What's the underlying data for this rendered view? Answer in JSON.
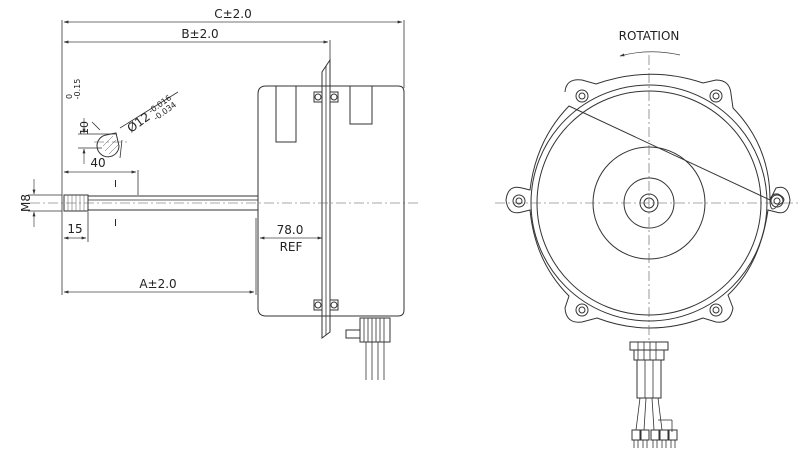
{
  "side_view": {
    "dim_c": "C±2.0",
    "dim_b": "B±2.0",
    "dim_a": "A±2.0",
    "shaft_dia_main": "Ø12",
    "shaft_dia_tol_upper": "-0.016",
    "shaft_dia_tol_lower": "-0.034",
    "flat_depth_main": "10",
    "flat_depth_tol_upper": "0",
    "flat_depth_tol_lower": "-0.15",
    "flat_length": "40",
    "thread_size": "M8",
    "thread_length": "15",
    "body_length": "78.0",
    "body_length_note": "REF",
    "shaft_mark_top": "I",
    "shaft_mark_bottom": "I"
  },
  "front_view": {
    "rotation_label": "ROTATION"
  }
}
